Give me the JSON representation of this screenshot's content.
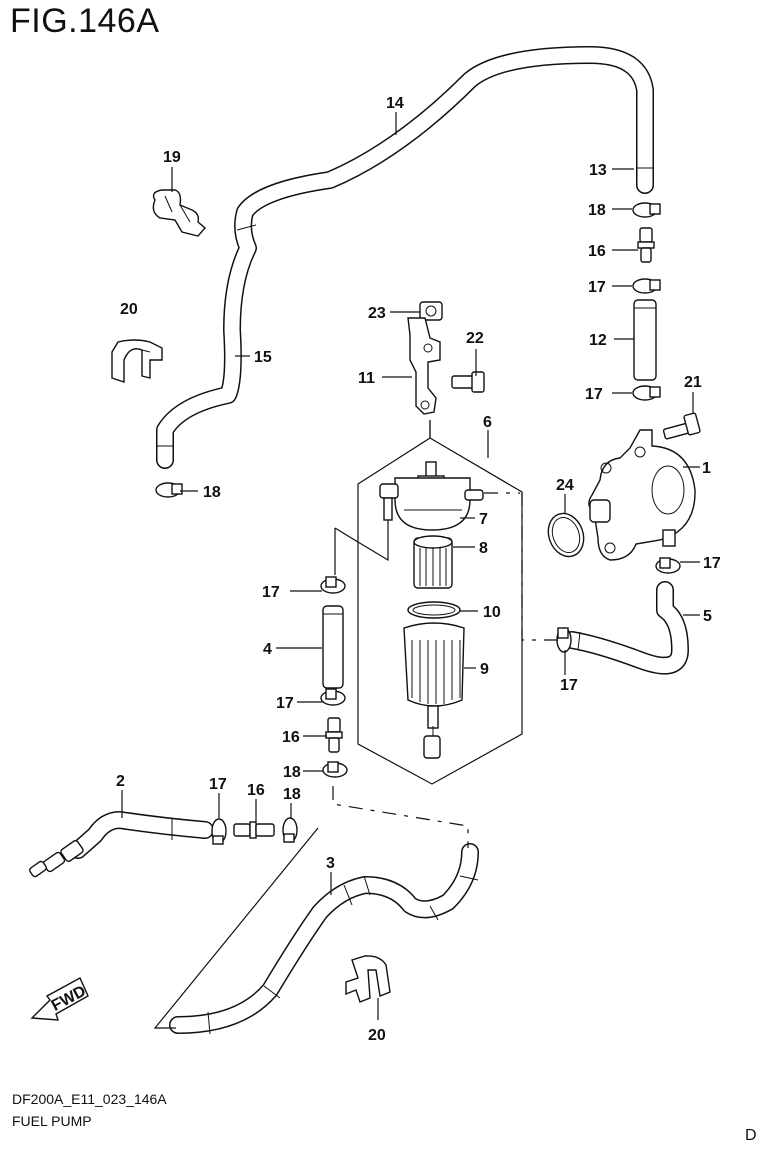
{
  "figure": {
    "title": "FIG.146A",
    "code": "DF200A_E11_023_146A",
    "name": "FUEL PUMP",
    "corner_mark": "D"
  },
  "callouts": [
    "1",
    "2",
    "3",
    "4",
    "5",
    "6",
    "7",
    "8",
    "9",
    "10",
    "11",
    "12",
    "13",
    "14",
    "15",
    "16",
    "17",
    "18",
    "19",
    "20",
    "21",
    "22",
    "23",
    "24"
  ],
  "direction_arrow": "FWD",
  "icon": "fwd-arrow-icon"
}
